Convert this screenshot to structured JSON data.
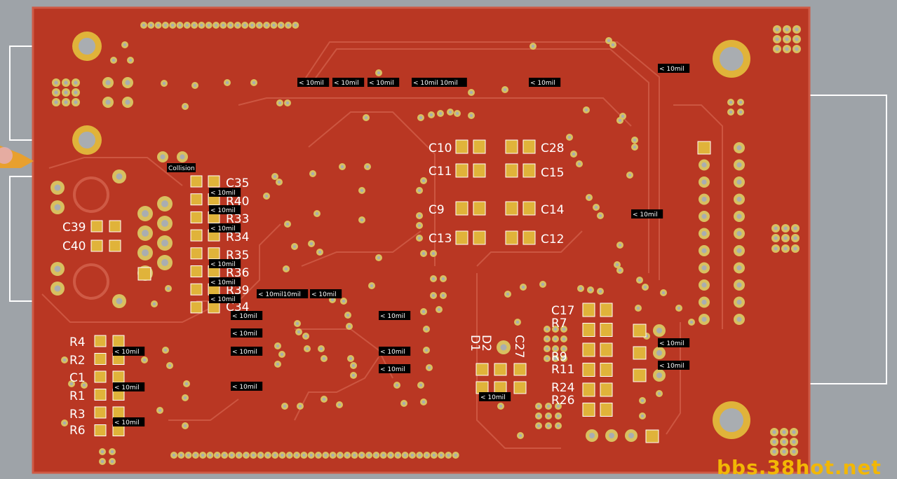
{
  "app": {
    "title": "PCB Layout Editor"
  },
  "colors": {
    "background": "#9ea3a8",
    "board": "#b93723",
    "trace": "#cf5a45",
    "pad": "#e0b33a",
    "via": "#d8c060",
    "silkscreen": "#ffffff",
    "drc_marker": "#000000",
    "watermark": "#f2b705"
  },
  "board": {
    "layer": "Top Layer",
    "pour": "copper"
  },
  "components": {
    "c35": "C35",
    "r40": "R40",
    "r33": "R33",
    "r34": "R34",
    "r35": "R35",
    "r36": "R36",
    "r39": "R39",
    "c34": "C34",
    "c39": "C39",
    "c40": "C40",
    "c10": "C10",
    "c11": "C11",
    "c9": "C9",
    "c13": "C13",
    "c28": "C28",
    "c15": "C15",
    "c14": "C14",
    "c12": "C12",
    "r4": "R4",
    "r2": "R2",
    "c1": "C1",
    "r1": "R1",
    "r3": "R3",
    "r6": "R6",
    "c17": "C17",
    "r7": "R7",
    "r9": "R9",
    "r11": "R11",
    "r24": "R24",
    "r26": "R26",
    "d2": "D2",
    "d1": "D1",
    "c27": "C27"
  },
  "drc": {
    "collision": "Collision",
    "clearance": "< 10mil",
    "clearance_pair": "< 10mil 10mil",
    "clearance_pair_b": "< 10mil10mil"
  },
  "watermark": {
    "text": "bbs.38hot.net"
  }
}
